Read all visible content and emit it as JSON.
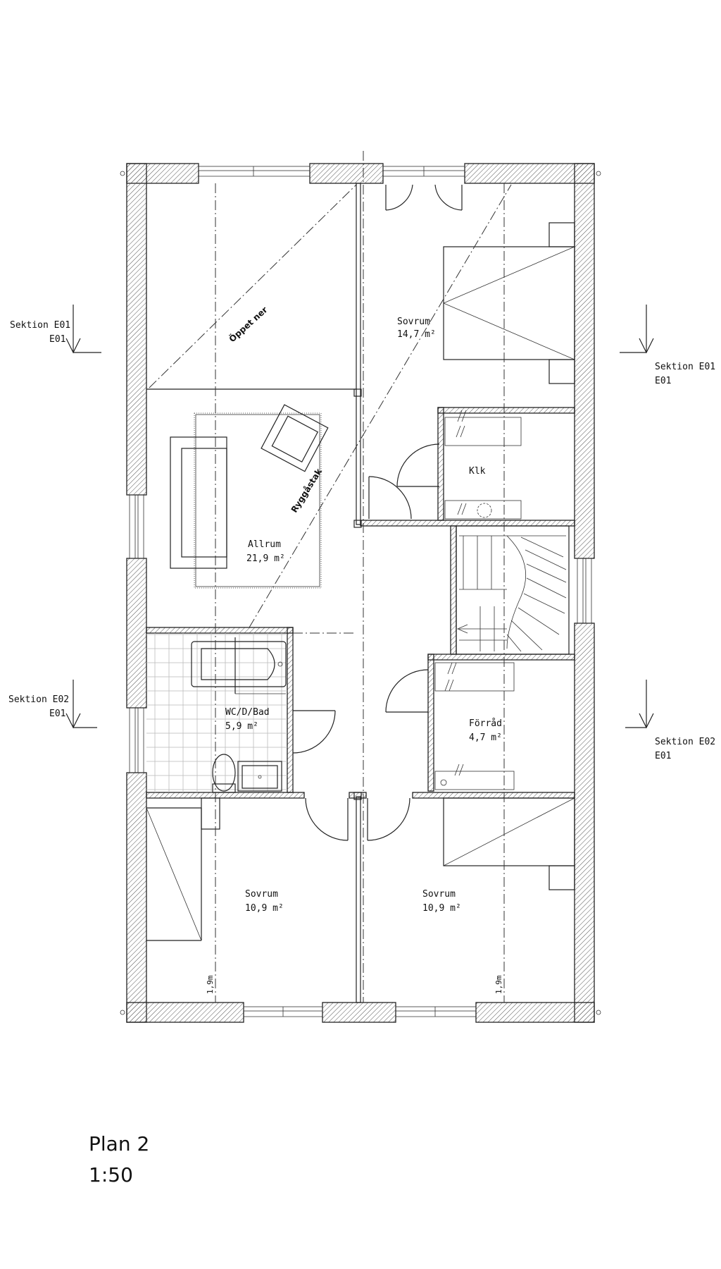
{
  "drawing": {
    "title": "Plan 2",
    "scale": "1:50"
  },
  "rooms": {
    "sovrum_main": {
      "name": "Sovrum",
      "area": "14,7 m²"
    },
    "klk": {
      "name": "Klk"
    },
    "allrum": {
      "name": "Allrum",
      "area": "21,9 m²"
    },
    "wc": {
      "name": "WC/D/Bad",
      "area": "5,9 m²"
    },
    "forrad": {
      "name": "Förråd",
      "area": "4,7 m²"
    },
    "sovrum_sw": {
      "name": "Sovrum",
      "area": "10,9 m²"
    },
    "sovrum_se": {
      "name": "Sovrum",
      "area": "10,9 m²"
    }
  },
  "annotations": {
    "open_below": "Öppet ner",
    "ridge_roof": "Ryggåstak",
    "height_left": "1,9m",
    "height_right": "1,9m"
  },
  "sections": {
    "e01_left": {
      "label": "Sektion E01",
      "ref": "E01"
    },
    "e01_right": {
      "label": "Sektion E01",
      "ref": "E01"
    },
    "e02_left": {
      "label": "Sektion E02",
      "ref": "E01"
    },
    "e02_right": {
      "label": "Sektion E02",
      "ref": "E01"
    }
  }
}
